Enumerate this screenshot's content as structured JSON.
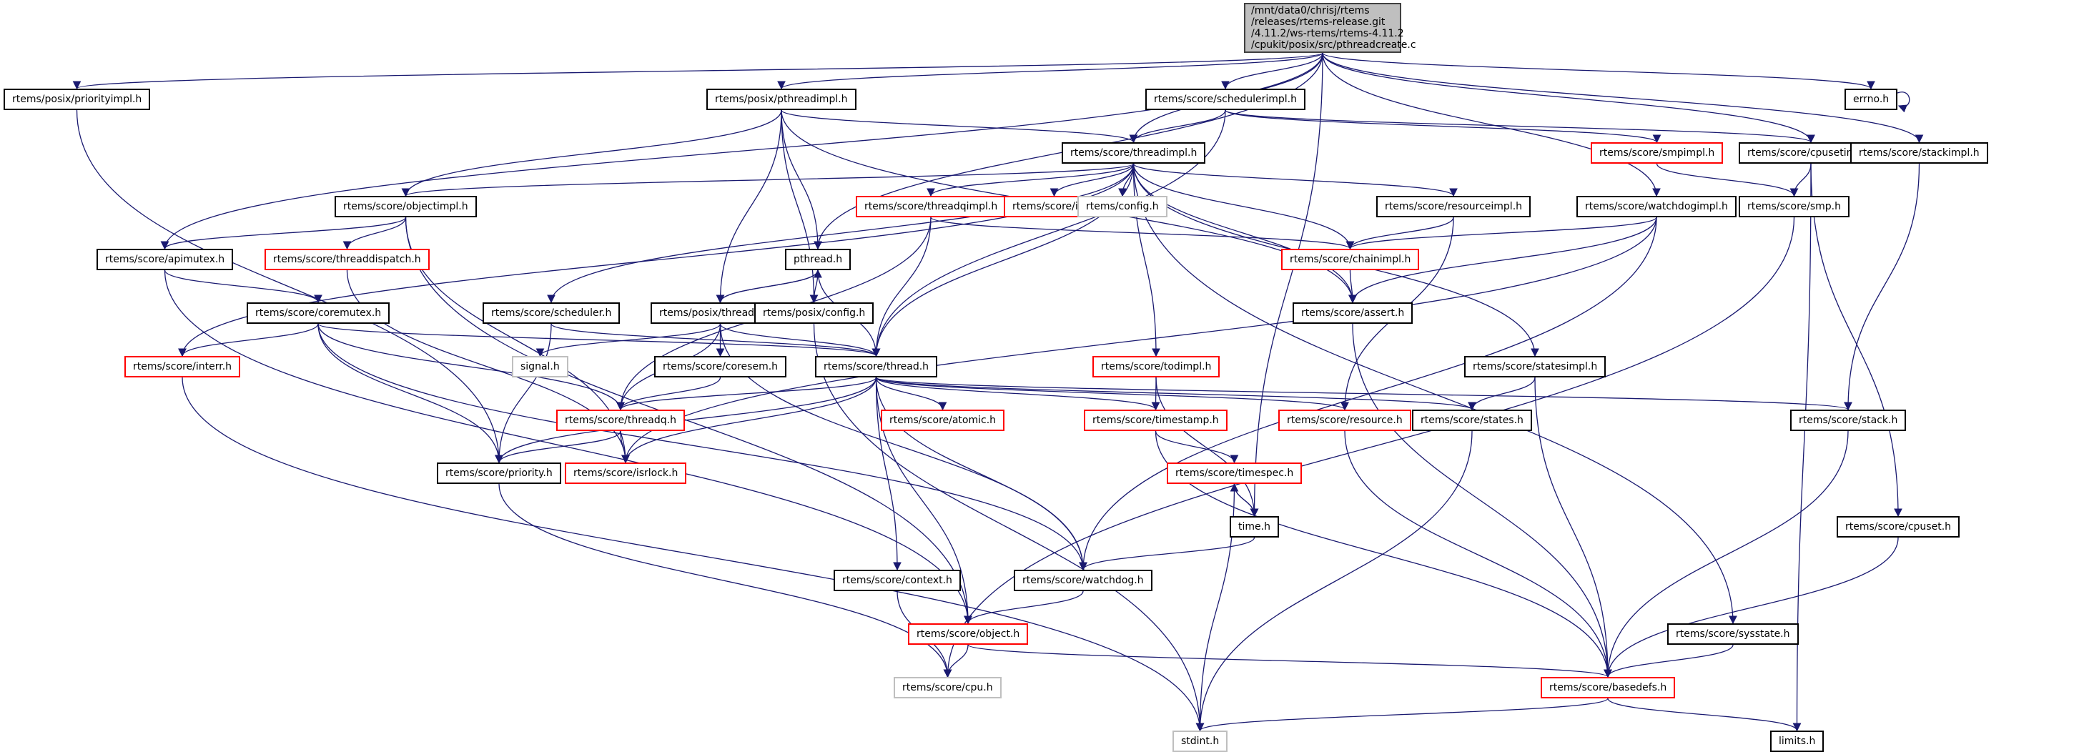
{
  "title": "Include dependency graph for pthreadcreate.c",
  "colors": {
    "edge": "#191970",
    "default_border": "#000000",
    "missing_border": "#ff0000",
    "system_border": "#bfbfbf",
    "root_fill": "#bfbfbf"
  },
  "root": {
    "id": "root",
    "lines": [
      "/mnt/data0/chrisj/rtems",
      "/releases/rtems-release.git",
      "/4.11.2/ws-rtems/rtems-4.11.2",
      "/cpukit/posix/src/pthreadcreate.c"
    ]
  },
  "nodes": [
    {
      "id": "priorityimpl",
      "label": "rtems/posix/priorityimpl.h",
      "style": "normal"
    },
    {
      "id": "pthreadimpl",
      "label": "rtems/posix/pthreadimpl.h",
      "style": "normal"
    },
    {
      "id": "schedulerimpl",
      "label": "rtems/score/schedulerimpl.h",
      "style": "normal"
    },
    {
      "id": "errno",
      "label": "errno.h",
      "style": "normal"
    },
    {
      "id": "threadimpl",
      "label": "rtems/score/threadimpl.h",
      "style": "normal"
    },
    {
      "id": "smpimpl",
      "label": "rtems/score/smpimpl.h",
      "style": "red"
    },
    {
      "id": "cpusetimpl",
      "label": "rtems/score/cpusetimpl.h",
      "style": "normal"
    },
    {
      "id": "stackimpl",
      "label": "rtems/score/stackimpl.h",
      "style": "normal"
    },
    {
      "id": "objectimpl",
      "label": "rtems/score/objectimpl.h",
      "style": "normal"
    },
    {
      "id": "threadqimpl",
      "label": "rtems/score/threadqimpl.h",
      "style": "red"
    },
    {
      "id": "isr",
      "label": "rtems/score/isr.h",
      "style": "red"
    },
    {
      "id": "config",
      "label": "rtems/config.h",
      "style": "gray"
    },
    {
      "id": "resourceimpl",
      "label": "rtems/score/resourceimpl.h",
      "style": "normal"
    },
    {
      "id": "watchdogimpl",
      "label": "rtems/score/watchdogimpl.h",
      "style": "normal"
    },
    {
      "id": "smp",
      "label": "rtems/score/smp.h",
      "style": "normal"
    },
    {
      "id": "apimutex",
      "label": "rtems/score/apimutex.h",
      "style": "normal"
    },
    {
      "id": "threaddispatch",
      "label": "rtems/score/threaddispatch.h",
      "style": "red"
    },
    {
      "id": "pthread",
      "label": "pthread.h",
      "style": "normal"
    },
    {
      "id": "chainimpl",
      "label": "rtems/score/chainimpl.h",
      "style": "red"
    },
    {
      "id": "coremutex",
      "label": "rtems/score/coremutex.h",
      "style": "normal"
    },
    {
      "id": "scheduler",
      "label": "rtems/score/scheduler.h",
      "style": "normal"
    },
    {
      "id": "threadsup",
      "label": "rtems/posix/threadsup.h",
      "style": "normal"
    },
    {
      "id": "posixconfig",
      "label": "rtems/posix/config.h",
      "style": "normal"
    },
    {
      "id": "assert",
      "label": "rtems/score/assert.h",
      "style": "normal"
    },
    {
      "id": "interr",
      "label": "rtems/score/interr.h",
      "style": "red"
    },
    {
      "id": "signal",
      "label": "signal.h",
      "style": "gray"
    },
    {
      "id": "coresem",
      "label": "rtems/score/coresem.h",
      "style": "normal"
    },
    {
      "id": "thread",
      "label": "rtems/score/thread.h",
      "style": "normal"
    },
    {
      "id": "todimpl",
      "label": "rtems/score/todimpl.h",
      "style": "red"
    },
    {
      "id": "statesimpl",
      "label": "rtems/score/statesimpl.h",
      "style": "normal"
    },
    {
      "id": "threadq",
      "label": "rtems/score/threadq.h",
      "style": "red"
    },
    {
      "id": "atomic",
      "label": "rtems/score/atomic.h",
      "style": "red"
    },
    {
      "id": "timestamp",
      "label": "rtems/score/timestamp.h",
      "style": "red"
    },
    {
      "id": "resource",
      "label": "rtems/score/resource.h",
      "style": "red"
    },
    {
      "id": "states",
      "label": "rtems/score/states.h",
      "style": "normal"
    },
    {
      "id": "stack",
      "label": "rtems/score/stack.h",
      "style": "normal"
    },
    {
      "id": "priority",
      "label": "rtems/score/priority.h",
      "style": "normal"
    },
    {
      "id": "isrlock",
      "label": "rtems/score/isrlock.h",
      "style": "red"
    },
    {
      "id": "timespec",
      "label": "rtems/score/timespec.h",
      "style": "red"
    },
    {
      "id": "time",
      "label": "time.h",
      "style": "normal"
    },
    {
      "id": "cpuset",
      "label": "rtems/score/cpuset.h",
      "style": "normal"
    },
    {
      "id": "context",
      "label": "rtems/score/context.h",
      "style": "normal"
    },
    {
      "id": "watchdog",
      "label": "rtems/score/watchdog.h",
      "style": "normal"
    },
    {
      "id": "sysstate",
      "label": "rtems/score/sysstate.h",
      "style": "normal"
    },
    {
      "id": "object",
      "label": "rtems/score/object.h",
      "style": "red"
    },
    {
      "id": "cpu",
      "label": "rtems/score/cpu.h",
      "style": "gray"
    },
    {
      "id": "basedefs",
      "label": "rtems/score/basedefs.h",
      "style": "red"
    },
    {
      "id": "stdint",
      "label": "stdint.h",
      "style": "gray"
    },
    {
      "id": "limits",
      "label": "limits.h",
      "style": "normal"
    }
  ],
  "edges": [
    [
      "root",
      "priorityimpl"
    ],
    [
      "root",
      "pthreadimpl"
    ],
    [
      "root",
      "schedulerimpl"
    ],
    [
      "root",
      "errno"
    ],
    [
      "root",
      "threadimpl"
    ],
    [
      "root",
      "cpusetimpl"
    ],
    [
      "root",
      "stackimpl"
    ],
    [
      "root",
      "apimutex"
    ],
    [
      "root",
      "pthread"
    ],
    [
      "root",
      "watchdogimpl"
    ],
    [
      "root",
      "time"
    ],
    [
      "errno",
      "errno"
    ],
    [
      "priorityimpl",
      "priority"
    ],
    [
      "pthreadimpl",
      "threadimpl"
    ],
    [
      "pthreadimpl",
      "objectimpl"
    ],
    [
      "pthreadimpl",
      "pthread"
    ],
    [
      "pthreadimpl",
      "threadsup"
    ],
    [
      "pthreadimpl",
      "posixconfig"
    ],
    [
      "pthreadimpl",
      "assert"
    ],
    [
      "schedulerimpl",
      "threadimpl"
    ],
    [
      "schedulerimpl",
      "smpimpl"
    ],
    [
      "schedulerimpl",
      "cpusetimpl"
    ],
    [
      "schedulerimpl",
      "thread"
    ],
    [
      "threadimpl",
      "objectimpl"
    ],
    [
      "threadimpl",
      "threadqimpl"
    ],
    [
      "threadimpl",
      "isr"
    ],
    [
      "threadimpl",
      "config"
    ],
    [
      "threadimpl",
      "resourceimpl"
    ],
    [
      "threadimpl",
      "chainimpl"
    ],
    [
      "threadimpl",
      "assert"
    ],
    [
      "threadimpl",
      "scheduler"
    ],
    [
      "threadimpl",
      "thread"
    ],
    [
      "threadimpl",
      "todimpl"
    ],
    [
      "threadimpl",
      "statesimpl"
    ],
    [
      "threadimpl",
      "interr"
    ],
    [
      "threadimpl",
      "sysstate"
    ],
    [
      "smpimpl",
      "smp"
    ],
    [
      "cpusetimpl",
      "smp"
    ],
    [
      "cpusetimpl",
      "cpuset"
    ],
    [
      "cpusetimpl",
      "limits"
    ],
    [
      "stackimpl",
      "stack"
    ],
    [
      "objectimpl",
      "apimutex"
    ],
    [
      "objectimpl",
      "threaddispatch"
    ],
    [
      "objectimpl",
      "isrlock"
    ],
    [
      "objectimpl",
      "object"
    ],
    [
      "threadqimpl",
      "chainimpl"
    ],
    [
      "threadqimpl",
      "thread"
    ],
    [
      "threadqimpl",
      "threadq"
    ],
    [
      "resourceimpl",
      "chainimpl"
    ],
    [
      "resourceimpl",
      "resource"
    ],
    [
      "watchdogimpl",
      "chainimpl"
    ],
    [
      "watchdogimpl",
      "assert"
    ],
    [
      "watchdogimpl",
      "isrlock"
    ],
    [
      "watchdogimpl",
      "watchdog"
    ],
    [
      "smp",
      "cpu"
    ],
    [
      "apimutex",
      "coremutex"
    ],
    [
      "apimutex",
      "object"
    ],
    [
      "threaddispatch",
      "isrlock"
    ],
    [
      "pthread",
      "threadsup"
    ],
    [
      "pthread",
      "posixconfig"
    ],
    [
      "pthread",
      "thread"
    ],
    [
      "chainimpl",
      "assert"
    ],
    [
      "coremutex",
      "interr"
    ],
    [
      "coremutex",
      "thread"
    ],
    [
      "coremutex",
      "threadq"
    ],
    [
      "coremutex",
      "priority"
    ],
    [
      "coremutex",
      "watchdog"
    ],
    [
      "scheduler",
      "thread"
    ],
    [
      "scheduler",
      "priority"
    ],
    [
      "threadsup",
      "pthread"
    ],
    [
      "threadsup",
      "signal"
    ],
    [
      "threadsup",
      "coresem"
    ],
    [
      "threadsup",
      "thread"
    ],
    [
      "threadsup",
      "threadq"
    ],
    [
      "threadsup",
      "watchdog"
    ],
    [
      "posixconfig",
      "stdint"
    ],
    [
      "assert",
      "basedefs"
    ],
    [
      "interr",
      "stdint"
    ],
    [
      "coresem",
      "threadq"
    ],
    [
      "thread",
      "threadq"
    ],
    [
      "thread",
      "atomic"
    ],
    [
      "thread",
      "timestamp"
    ],
    [
      "thread",
      "resource"
    ],
    [
      "thread",
      "states"
    ],
    [
      "thread",
      "stack"
    ],
    [
      "thread",
      "priority"
    ],
    [
      "thread",
      "isrlock"
    ],
    [
      "thread",
      "context"
    ],
    [
      "thread",
      "watchdog"
    ],
    [
      "thread",
      "object"
    ],
    [
      "todimpl",
      "timestamp"
    ],
    [
      "todimpl",
      "time"
    ],
    [
      "statesimpl",
      "states"
    ],
    [
      "statesimpl",
      "basedefs"
    ],
    [
      "threadq",
      "priority"
    ],
    [
      "threadq",
      "isrlock"
    ],
    [
      "timestamp",
      "timespec"
    ],
    [
      "timestamp",
      "basedefs"
    ],
    [
      "resource",
      "basedefs"
    ],
    [
      "states",
      "stdint"
    ],
    [
      "stack",
      "basedefs"
    ],
    [
      "priority",
      "cpu"
    ],
    [
      "timespec",
      "time"
    ],
    [
      "timespec",
      "stdint"
    ],
    [
      "time",
      "timespec"
    ],
    [
      "time",
      "watchdog"
    ],
    [
      "cpuset",
      "basedefs"
    ],
    [
      "context",
      "cpu"
    ],
    [
      "watchdog",
      "object"
    ],
    [
      "sysstate",
      "basedefs"
    ],
    [
      "object",
      "cpu"
    ],
    [
      "object",
      "basedefs"
    ],
    [
      "basedefs",
      "stdint"
    ],
    [
      "basedefs",
      "limits"
    ]
  ]
}
